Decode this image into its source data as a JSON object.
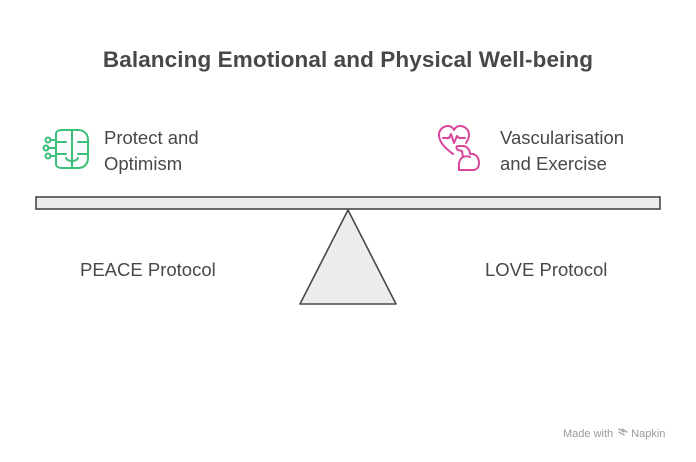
{
  "title": "Balancing Emotional and Physical Well-being",
  "left": {
    "label_lines": [
      "Protect and",
      "Optimism"
    ],
    "protocol": "PEACE Protocol",
    "icon": "brain-circuit-icon",
    "icon_color": "#3dbf7c"
  },
  "right": {
    "label_lines": [
      "Vascularisation",
      "and Exercise"
    ],
    "protocol": "LOVE Protocol",
    "icon": "heart-muscle-icon",
    "icon_color": "#d9459b"
  },
  "footer": {
    "made_with": "Made with",
    "brand": "Napkin"
  },
  "colors": {
    "text": "#484848",
    "beam_fill": "#ececec",
    "stroke": "#484848"
  }
}
